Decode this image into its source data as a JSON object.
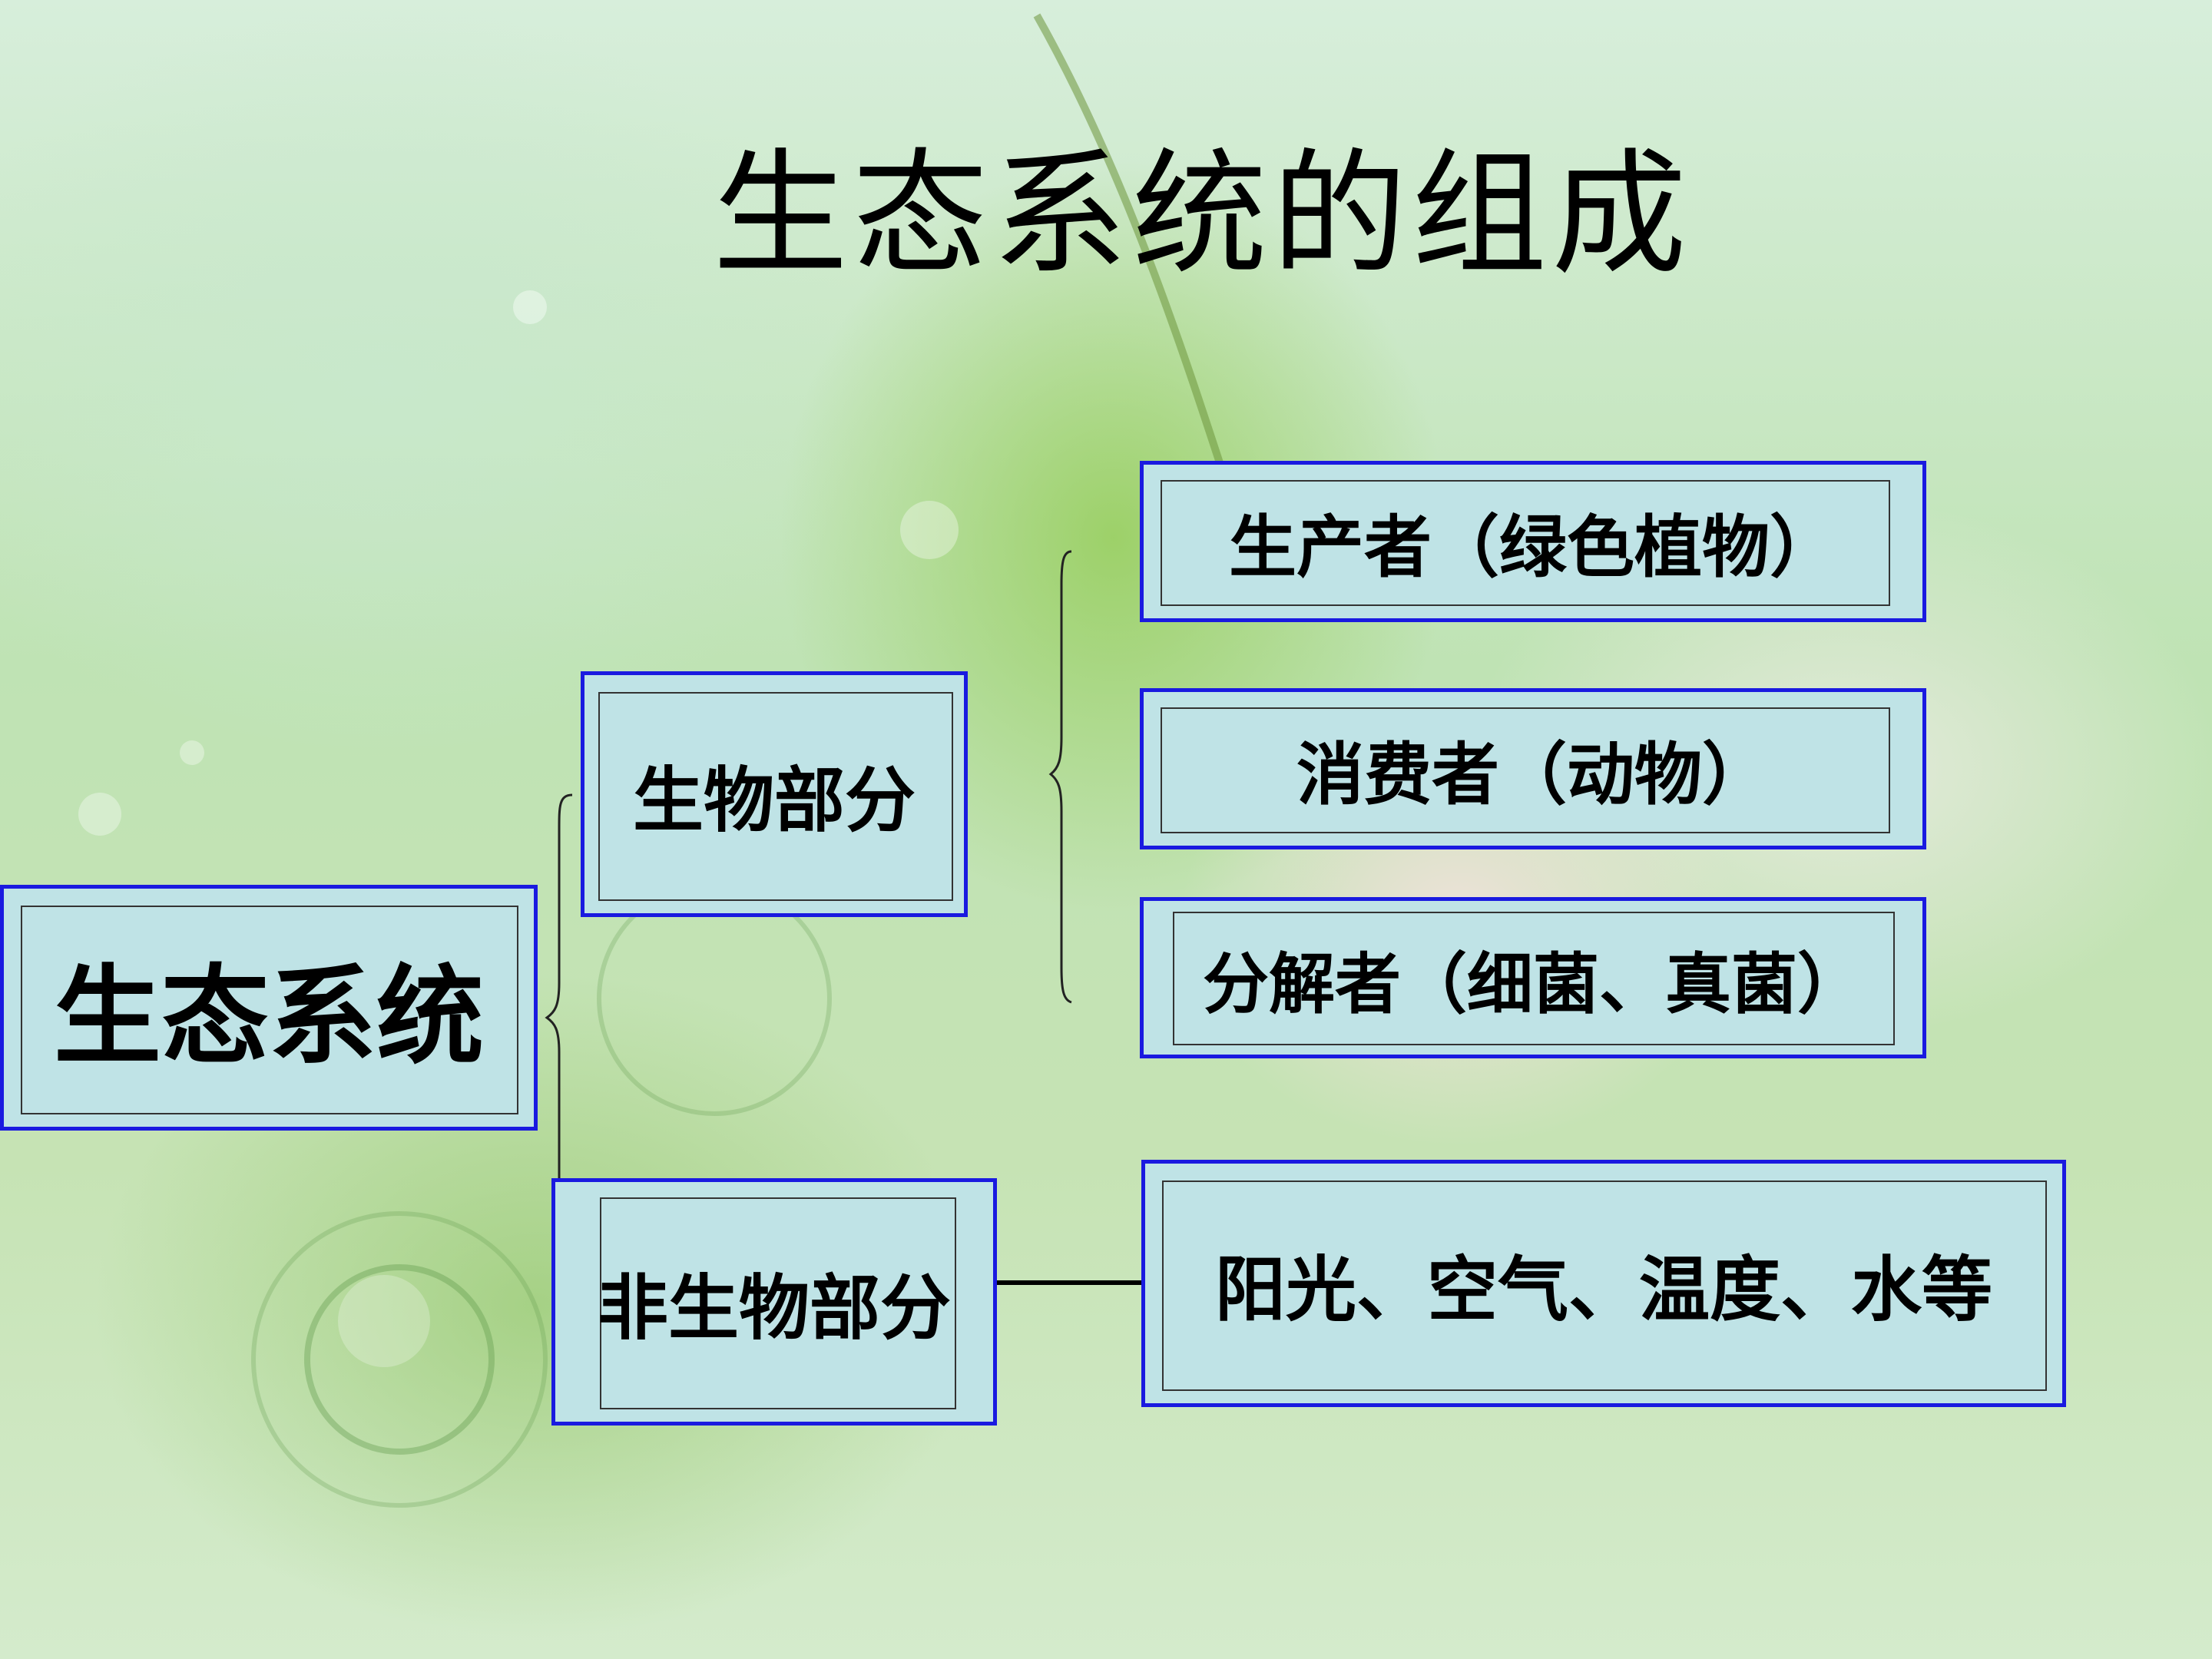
{
  "slide": {
    "title": "生态系统的组成",
    "root": "生态系统",
    "biotic": "生物部分",
    "abiotic": "非生物部分",
    "producer": "生产者（绿色植物）",
    "consumer": "消费者（动物）",
    "decomposer": "分解者（细菌、真菌）",
    "abiotic_factors": "阳光、空气、温度、水等"
  },
  "colors": {
    "box_fill": "#bfe3e6",
    "box_border": "#1a1ae0",
    "text": "#000000"
  }
}
